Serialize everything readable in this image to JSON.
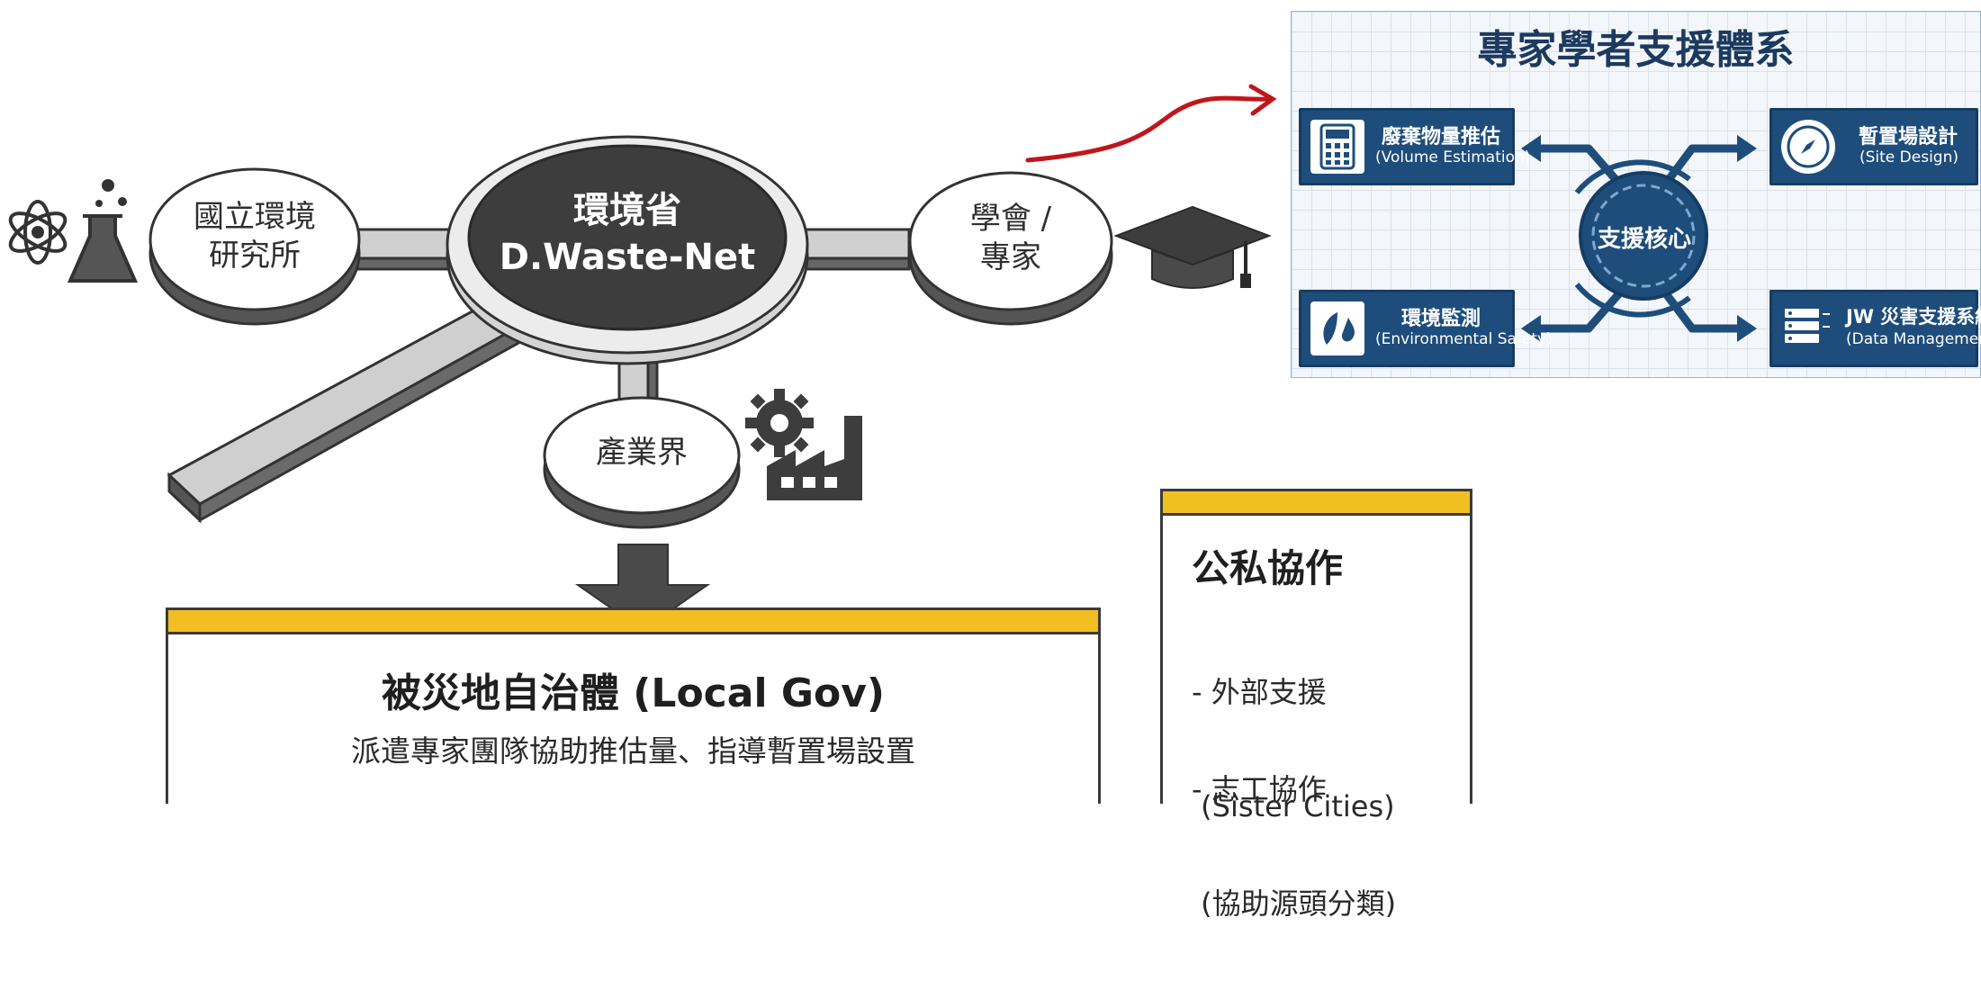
{
  "hub": {
    "line1": "環境省",
    "line2": "D.Waste-Net"
  },
  "nodes": {
    "institute": {
      "line1": "國立環境",
      "line2": "研究所"
    },
    "academia": {
      "line1": "學會 /",
      "line2": "專家"
    },
    "industry": {
      "label": "產業界"
    }
  },
  "icons": {
    "institute": "atom-flask-icon",
    "academia": "graduation-cap-icon",
    "industry": "gear-factory-icon",
    "arrow_down": "down-arrow-icon"
  },
  "local_gov": {
    "title": "被災地自治體 (Local Gov)",
    "subtitle": "派遣專家團隊協助推估量、指導暫置場設置"
  },
  "public_private": {
    "title": "公私協作",
    "items": [
      {
        "line1": "- 外部支援",
        "line2": " (Sister Cities)"
      },
      {
        "line1": "- 志工協作",
        "line2": " (協助源頭分類)"
      }
    ]
  },
  "support_panel": {
    "title": "專家學者支援體系",
    "core": "支援核心",
    "cards": [
      {
        "title": "廢棄物量推估",
        "subtitle": "(Volume Estimation)",
        "icon": "calculator-icon"
      },
      {
        "title": "暫置場設計",
        "subtitle": "(Site Design)",
        "icon": "compass-icon"
      },
      {
        "title": "環境監測",
        "subtitle": "(Environmental Safety)",
        "icon": "leaf-drop-icon"
      },
      {
        "title": "JW 災害支援系統",
        "subtitle": "(Data Management)",
        "icon": "server-icon"
      }
    ]
  },
  "colors": {
    "hub_fill": "#3d3d3d",
    "node_fill": "#ffffff",
    "accent_yellow": "#f2bf22",
    "panel_blue": "#1e4d7b",
    "connector_arrow": "#c0161b"
  }
}
